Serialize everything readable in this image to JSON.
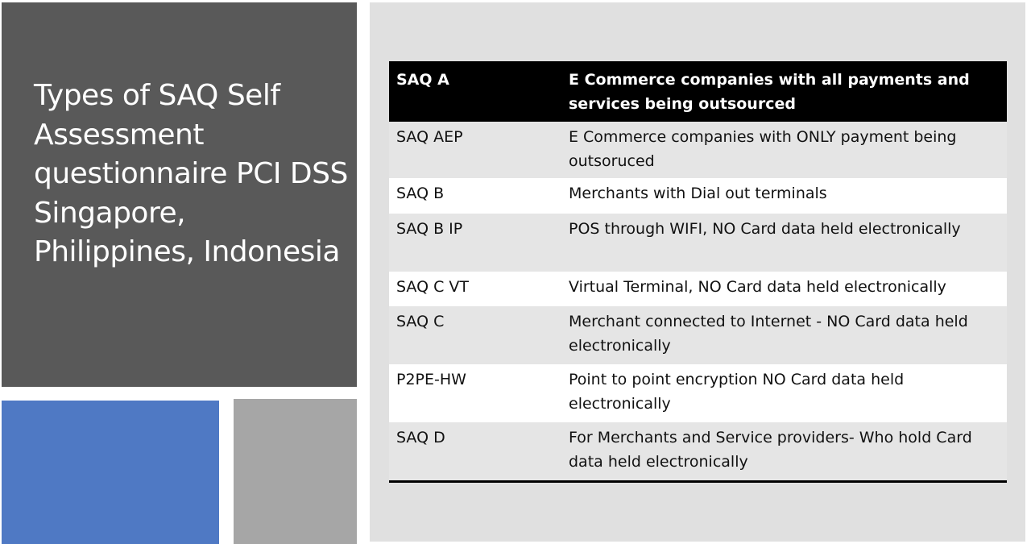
{
  "slide": {
    "title": "Types of SAQ Self Assessment questionnaire PCI DSS Singapore, Philippines, Indonesia",
    "colors": {
      "title_panel": "#595959",
      "accent_blue": "#4f79c4",
      "accent_gray": "#a6a6a6",
      "content_panel": "#e0e0e0",
      "header_row": "#000000",
      "row_gray": "#e5e5e5",
      "row_white": "#ffffff"
    }
  },
  "table": {
    "header": {
      "type": "SAQ A",
      "description": "E Commerce companies with all payments and services being outsourced"
    },
    "rows": [
      {
        "type": "SAQ AEP",
        "description": "E Commerce companies with ONLY payment being outsoruced"
      },
      {
        "type": "SAQ B",
        "description": "Merchants with Dial out terminals"
      },
      {
        "type": "SAQ B IP",
        "description": "POS through WIFI, NO Card data held electronically"
      },
      {
        "type": "SAQ C VT",
        "description": "Virtual Terminal, NO Card data held electronically"
      },
      {
        "type": "SAQ C",
        "description": "Merchant connected to Internet - NO Card data held electronically"
      },
      {
        "type": "P2PE-HW",
        "description": "Point to point encryption NO Card data held electronically"
      },
      {
        "type": "SAQ D",
        "description": "For Merchants and Service providers- Who hold Card data held electronically"
      }
    ]
  }
}
